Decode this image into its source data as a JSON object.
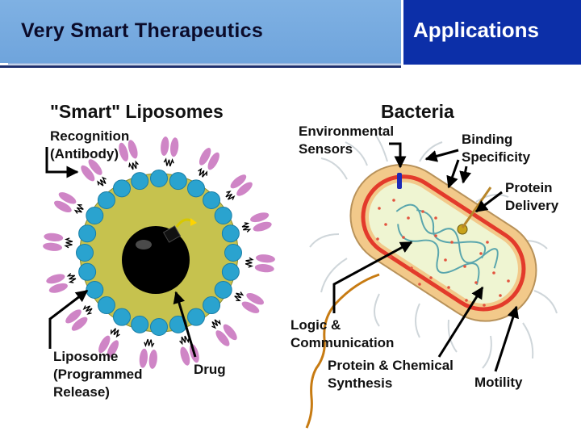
{
  "slide_title": "Very Smart Therapeutics",
  "section_title": "Applications",
  "liposome": {
    "heading": "\"Smart\" Liposomes",
    "recognition": [
      "Recognition",
      "(Antibody)"
    ],
    "release": [
      "Liposome",
      "(Programmed",
      "Release)"
    ],
    "drug": "Drug"
  },
  "bacteria": {
    "heading": "Bacteria",
    "sensors": [
      "Environmental",
      "Sensors"
    ],
    "binding": [
      "Binding",
      "Specificity"
    ],
    "protein_delivery": [
      "Protein",
      "Delivery"
    ],
    "logic": [
      "Logic &",
      "Communication"
    ],
    "synthesis": [
      "Protein & Chemical",
      "Synthesis"
    ],
    "motility": "Motility"
  },
  "colors": {
    "liposome_fill": "#c6c24e",
    "bead": "#2aa3cf",
    "antibody": "#cf85c6",
    "drug": "#000000",
    "cell_wall": "#f2c98a",
    "cell_inner": "#e33a2b",
    "cytoplasm": "#eff5d2",
    "dna": "#5aa6ad"
  }
}
